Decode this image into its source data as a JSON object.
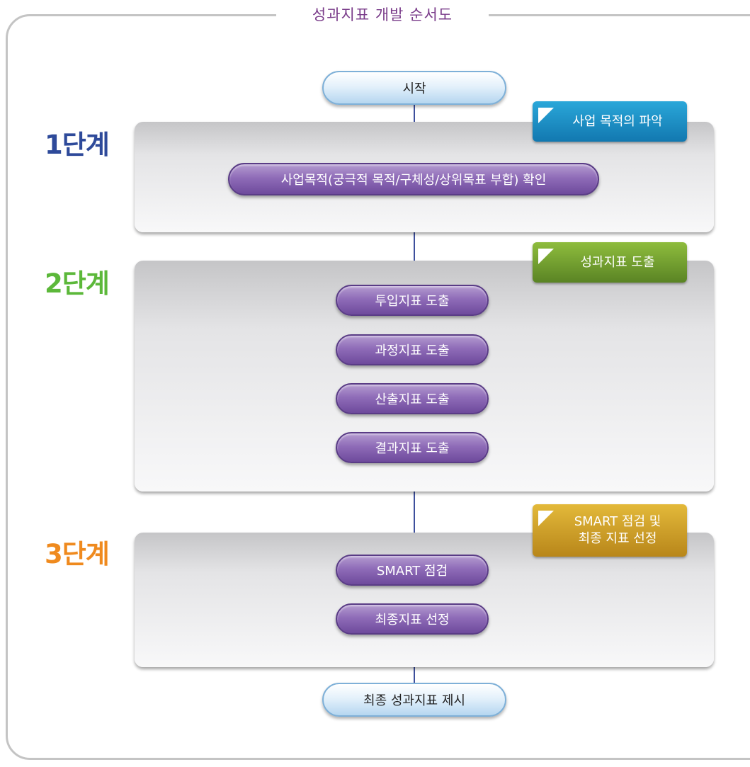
{
  "title": "성과지표 개발 순서도",
  "start": "시작",
  "end": "최종 성과지표 제시",
  "steps": [
    {
      "label": "1단계",
      "color": "#2e4a9a",
      "tag": "사업 목적의 파악",
      "tag_color": "#1b8bc4",
      "items": [
        "사업목적(궁극적 목적/구체성/상위목표 부합) 확인"
      ]
    },
    {
      "label": "2단계",
      "color": "#5cb83a",
      "tag": "성과지표 도출",
      "tag_color": "#6f9a2e",
      "items": [
        "투입지표 도출",
        "과정지표 도출",
        "산출지표 도출",
        "결과지표 도출"
      ]
    },
    {
      "label": "3단계",
      "color": "#ef8a1e",
      "tag_lines": [
        "SMART 점검 및",
        "최종 지표 선정"
      ],
      "tag_color": "#c99a1a",
      "items": [
        "SMART 점검",
        "최종지표 선정"
      ]
    }
  ]
}
